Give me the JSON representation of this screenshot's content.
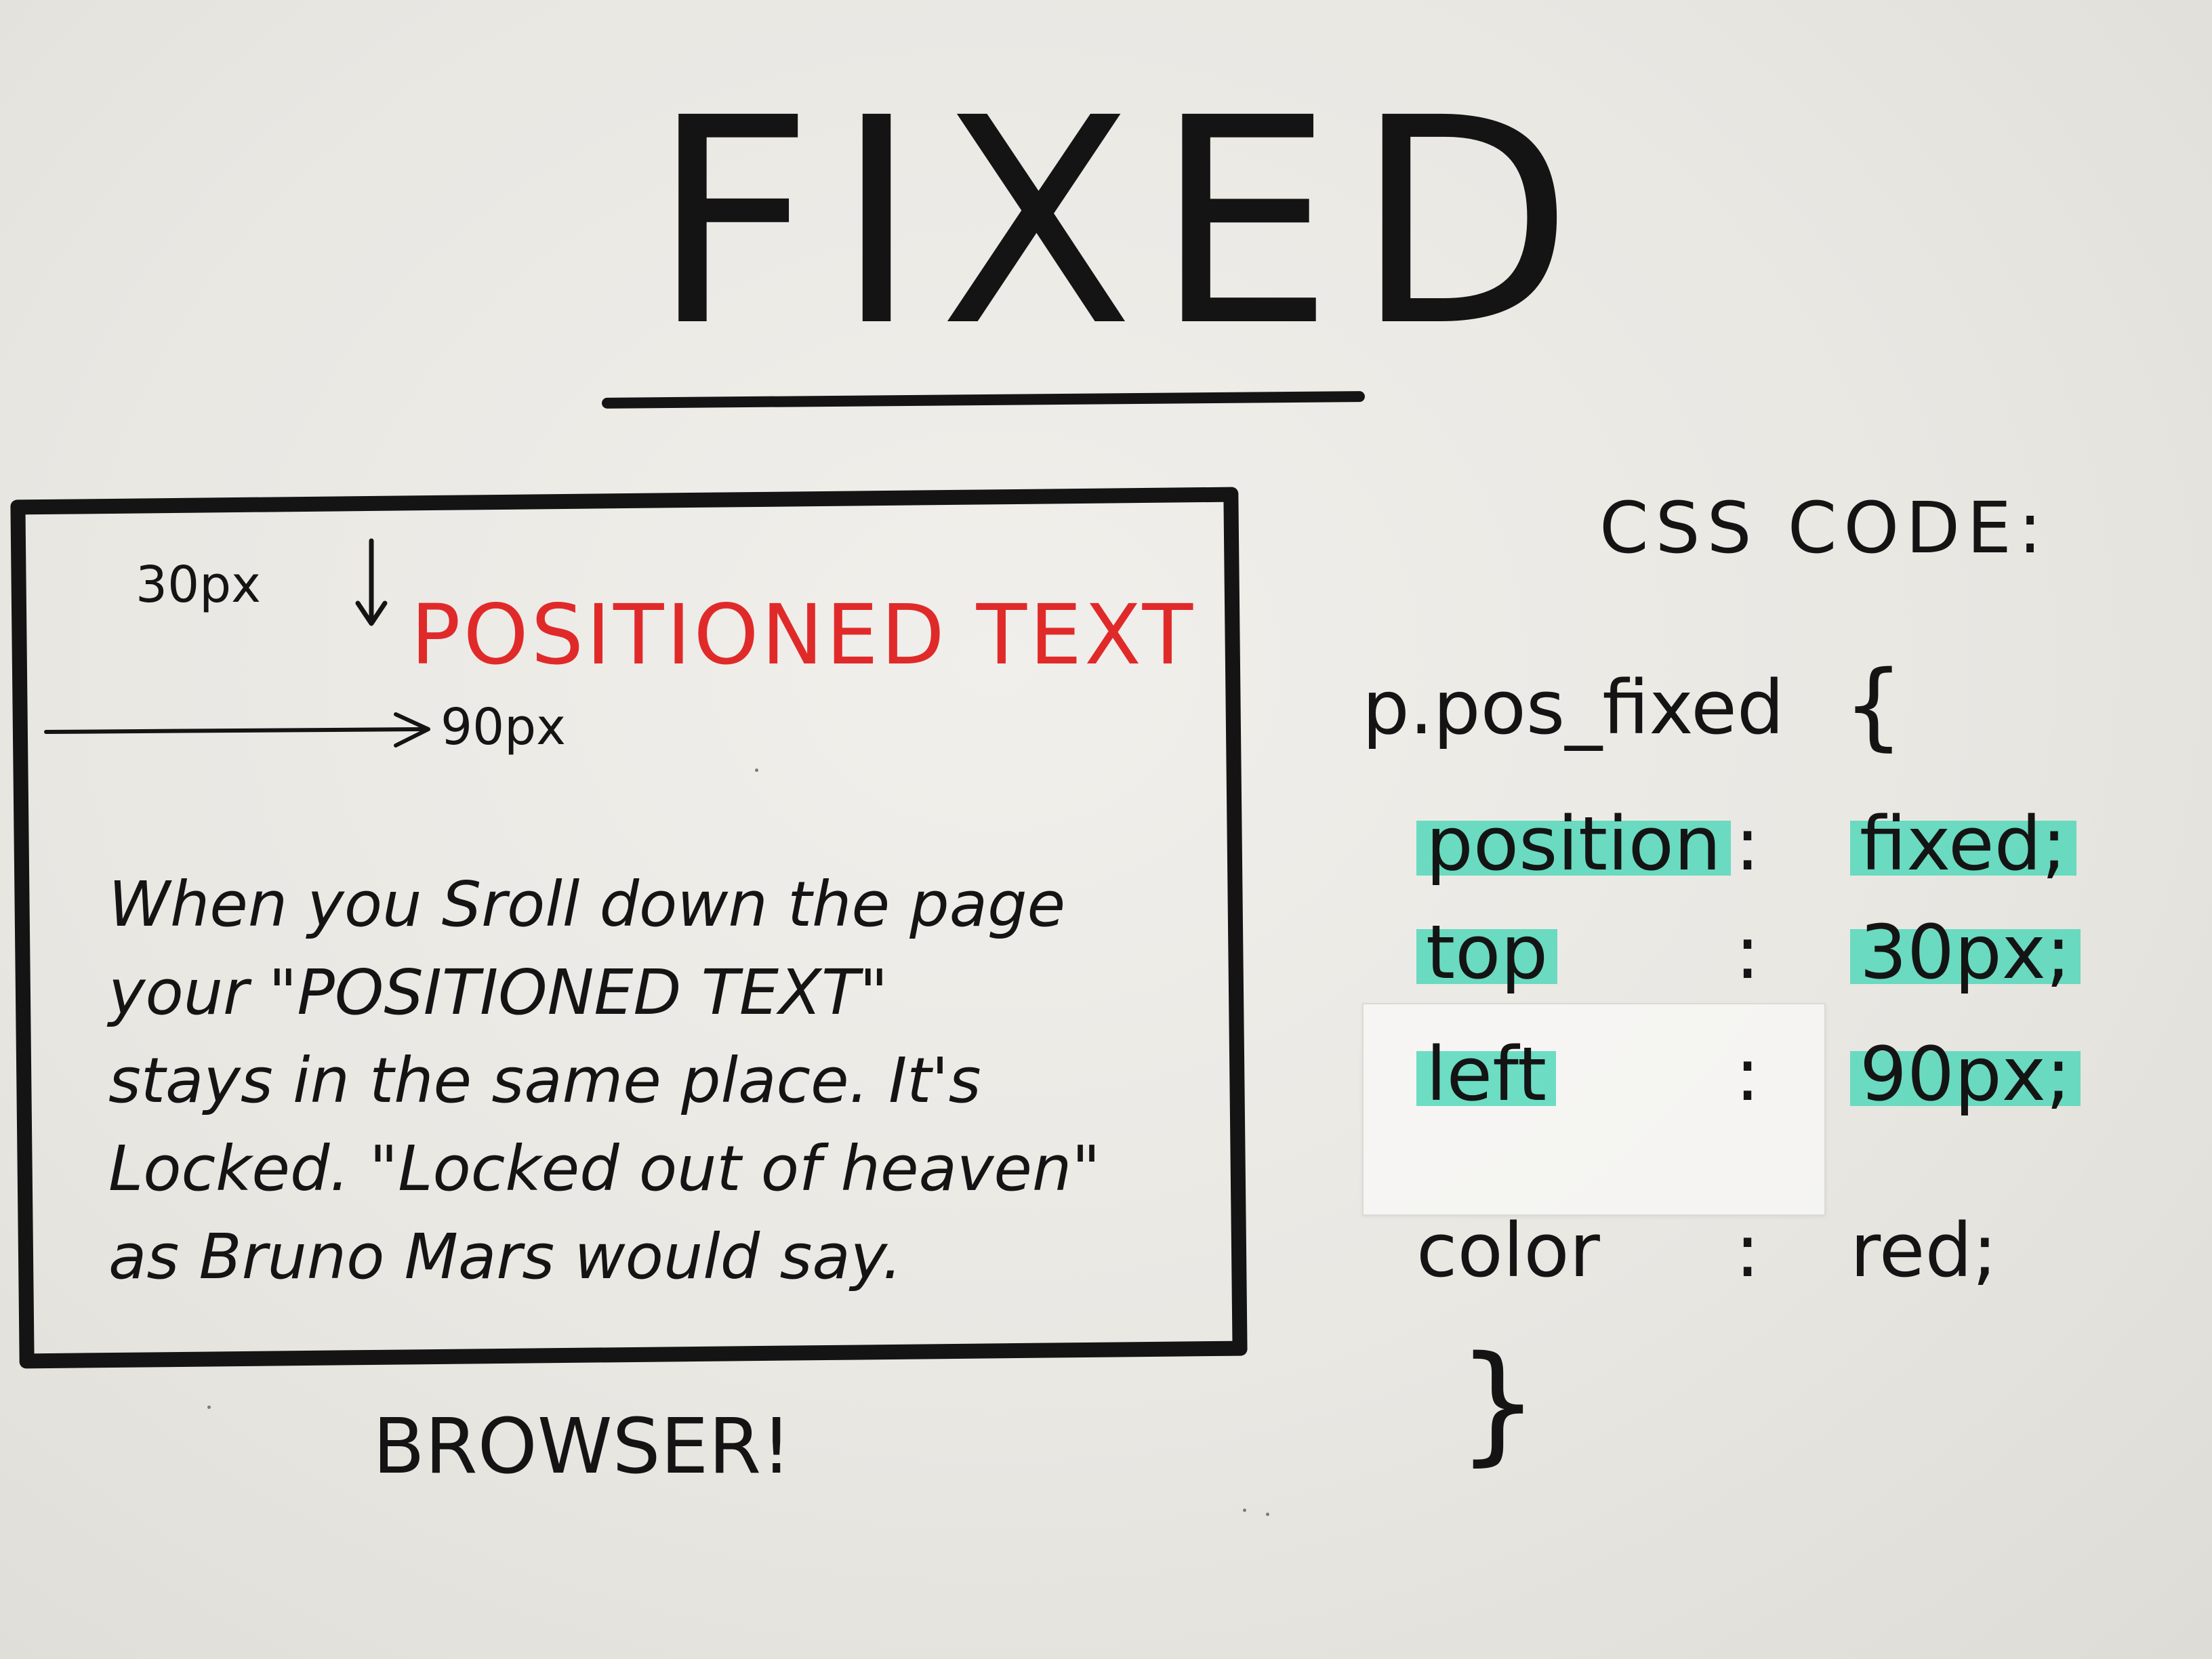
{
  "title": "FIXED",
  "browser": {
    "top_offset_label": "30px",
    "left_offset_label": "90px",
    "positioned_text": "POSITIONED TEXT",
    "positioned_text_color": "#e02a2a",
    "paragraph_lines": [
      "When you Sroll down the page",
      "your \"POSITIONED TEXT\"",
      "stays in the same place. It's",
      "Locked. \"Locked out of heaven\"",
      "as Bruno Mars would say."
    ],
    "label": "BROWSER!"
  },
  "css_code": {
    "heading": "CSS CODE:",
    "selector": "p.pos_fixed",
    "open_brace": "{",
    "close_brace": "}",
    "separator": ":",
    "properties": [
      {
        "name": "position",
        "value": "fixed;",
        "highlighted": true
      },
      {
        "name": "top",
        "value": "30px;",
        "highlighted": true
      },
      {
        "name": "left",
        "value": "90px;",
        "highlighted": true
      },
      {
        "name": "color",
        "value": "red;",
        "highlighted": false
      }
    ],
    "highlight_color": "#46d6b6"
  },
  "icons": {
    "down_arrow": "down-arrow-icon",
    "right_arrow": "right-arrow-icon",
    "tape": "tape-icon"
  }
}
